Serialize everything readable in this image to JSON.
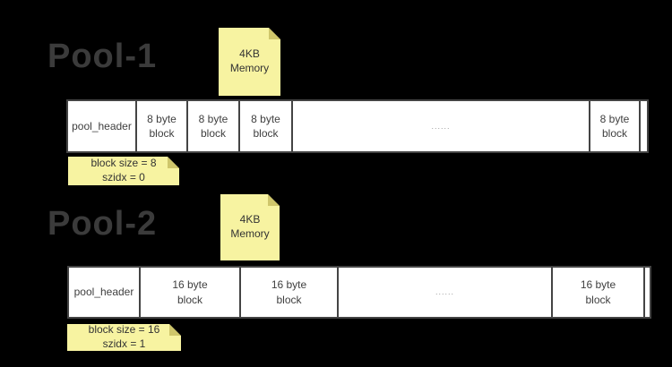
{
  "pools": [
    {
      "title": "Pool-1",
      "memory_note": "4KB\nMemory",
      "callout_note": "block size = 8\nszidx = 0",
      "blocks": [
        {
          "label": "pool_header"
        },
        {
          "label": "8 byte\nblock"
        },
        {
          "label": "8 byte\nblock"
        },
        {
          "label": "8 byte\nblock"
        },
        {
          "label": "......"
        },
        {
          "label": "8 byte\nblock"
        },
        {
          "label": ""
        }
      ]
    },
    {
      "title": "Pool-2",
      "memory_note": "4KB\nMemory",
      "callout_note": "block size = 16\nszidx = 1",
      "blocks": [
        {
          "label": "pool_header"
        },
        {
          "label": "16 byte\nblock"
        },
        {
          "label": "16 byte\nblock"
        },
        {
          "label": "......"
        },
        {
          "label": "16 byte\nblock"
        },
        {
          "label": ""
        }
      ]
    }
  ],
  "colors": {
    "background": "#000000",
    "title_text": "#3b3b3b",
    "note_fill": "#f7f3a1",
    "note_fold": "#cfc66b",
    "note_text": "#333333",
    "block_fill": "#ffffff",
    "block_border": "#444444",
    "block_text": "#3f3f3f",
    "dots_text": "#9a9a9a"
  }
}
